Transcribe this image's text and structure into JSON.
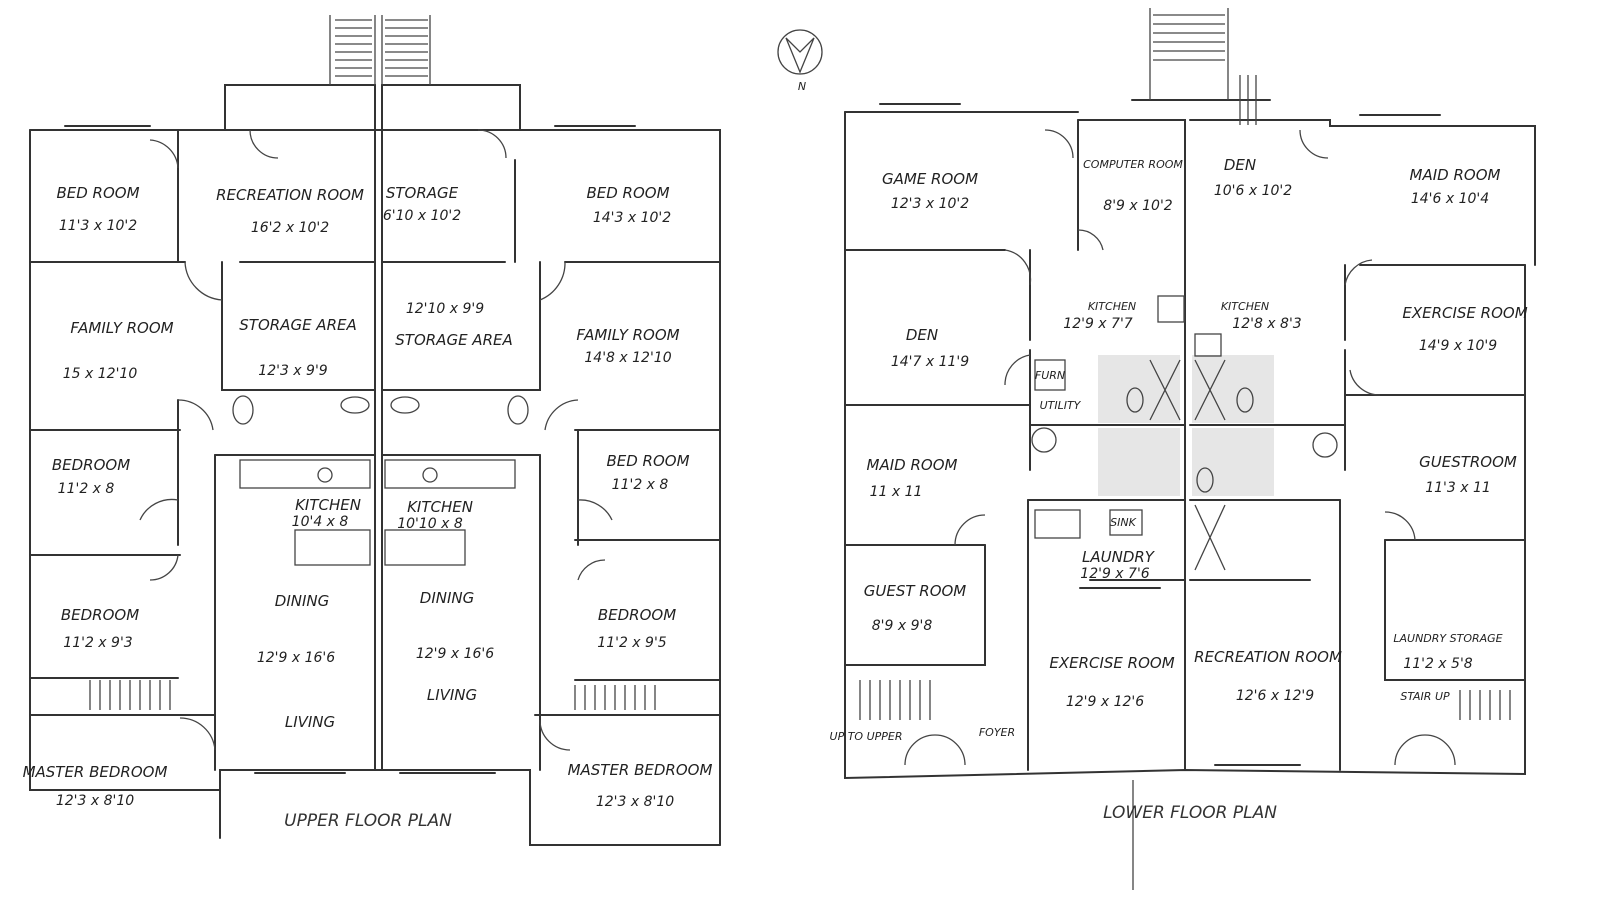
{
  "north_label": "N",
  "upper": {
    "title": "UPPER FLOOR PLAN",
    "rooms": [
      {
        "name": "BED ROOM",
        "dim": "11'3 x 10'2"
      },
      {
        "name": "RECREATION ROOM",
        "dim": "16'2 x 10'2"
      },
      {
        "name": "STORAGE",
        "dim": "6'10 x 10'2"
      },
      {
        "name": "BED ROOM",
        "dim": "14'3 x 10'2"
      },
      {
        "name": "FAMILY ROOM",
        "dim": "15 x 12'10"
      },
      {
        "name": "STORAGE AREA",
        "dim": "12'3 x 9'9"
      },
      {
        "name": "STORAGE AREA",
        "dim": "12'10 x 9'9"
      },
      {
        "name": "FAMILY ROOM",
        "dim": "14'8 x 12'10"
      },
      {
        "name": "BEDROOM",
        "dim": "11'2 x 8"
      },
      {
        "name": "BED ROOM",
        "dim": "11'2 x 8"
      },
      {
        "name": "KITCHEN",
        "dim": "10'4 x 8"
      },
      {
        "name": "KITCHEN",
        "dim": "10'10 x 8"
      },
      {
        "name": "BEDROOM",
        "dim": "11'2 x 9'3"
      },
      {
        "name": "DINING",
        "dim": "12'9 x 16'6"
      },
      {
        "name": "DINING",
        "dim": "12'9 x 16'6"
      },
      {
        "name": "BEDROOM",
        "dim": "11'2 x 9'5"
      },
      {
        "name": "LIVING",
        "dim": ""
      },
      {
        "name": "LIVING",
        "dim": ""
      },
      {
        "name": "MASTER BEDROOM",
        "dim": "12'3 x 8'10"
      },
      {
        "name": "MASTER BEDROOM",
        "dim": "12'3 x 8'10"
      }
    ]
  },
  "lower": {
    "title": "LOWER FLOOR PLAN",
    "rooms": [
      {
        "name": "GAME ROOM",
        "dim": "12'3 x 10'2"
      },
      {
        "name": "COMPUTER ROOM",
        "dim": "8'9 x 10'2"
      },
      {
        "name": "DEN",
        "dim": "10'6 x 10'2"
      },
      {
        "name": "MAID ROOM",
        "dim": "14'6 x 10'4"
      },
      {
        "name": "DEN",
        "dim": "14'7 x 11'9"
      },
      {
        "name": "KITCHEN",
        "dim": "12'9 x 7'7"
      },
      {
        "name": "KITCHEN",
        "dim": "12'8 x 8'3"
      },
      {
        "name": "EXERCISE ROOM",
        "dim": "14'9 x 10'9"
      },
      {
        "name": "MAID ROOM",
        "dim": "11 x 11"
      },
      {
        "name": "GUESTROOM",
        "dim": "11'3 x 11"
      },
      {
        "name": "LAUNDRY",
        "dim": "12'9 x 7'6"
      },
      {
        "name": "GUEST ROOM",
        "dim": "8'9 x 9'8"
      },
      {
        "name": "EXERCISE ROOM",
        "dim": "12'9 x 12'6"
      },
      {
        "name": "RECREATION ROOM",
        "dim": "12'6 x 12'9"
      },
      {
        "name": "LAUNDRY STORAGE",
        "dim": "11'2 x 5'8"
      }
    ],
    "notes": {
      "furn": "FURN",
      "utility": "UTILITY",
      "sink": "SINK",
      "foyer": "FOYER",
      "up_to_upper": "UP TO UPPER",
      "stair_up": "STAIR UP"
    }
  }
}
